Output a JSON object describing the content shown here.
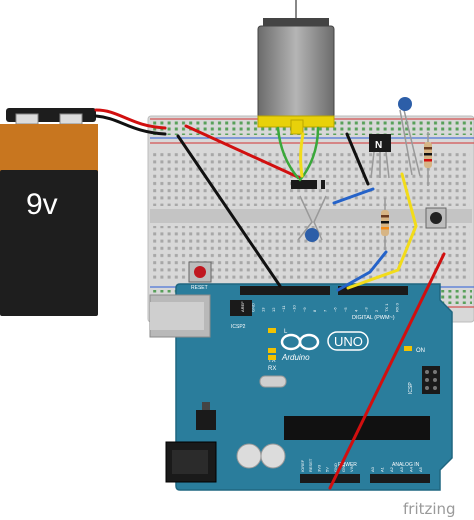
{
  "battery": {
    "label": "9v"
  },
  "arduino": {
    "logo_text": "Arduino",
    "model": "UNO",
    "reset_label": "RESET",
    "icsp2_label": "ICSP2",
    "icsp_label": "ICSP",
    "led_l": "L",
    "led_tx": "TX",
    "led_rx": "RX",
    "led_on": "ON",
    "digital_label": "DIGITAL (PWM~)",
    "power_label": "POWER",
    "analog_label": "ANALOG IN",
    "top_pins": [
      "AREF",
      "GND",
      "13",
      "12",
      "~11",
      "~10",
      "~9",
      "8",
      "7",
      "~6",
      "~5",
      "4",
      "~3",
      "2",
      "TX 1",
      "RX 0"
    ],
    "power_pins": [
      "IOREF",
      "RESET",
      "3V3",
      "5V",
      "GND",
      "GND",
      "VIN"
    ],
    "analog_pins": [
      "A0",
      "A1",
      "A2",
      "A3",
      "A4",
      "A5"
    ]
  },
  "transistor": {
    "mark": "N"
  },
  "watermark": "fritzing",
  "colors": {
    "breadboard": "#dcdcdc",
    "board": "#2a7d9c",
    "battery_body": "#1e1e1e",
    "battery_cap": "#c8761f",
    "wire_red": "#d10f0f",
    "wire_black": "#111111",
    "wire_blue": "#2563c9",
    "wire_yellow": "#f2dc1a",
    "wire_green": "#3aa83a",
    "motor_mount": "#e8d10a"
  }
}
